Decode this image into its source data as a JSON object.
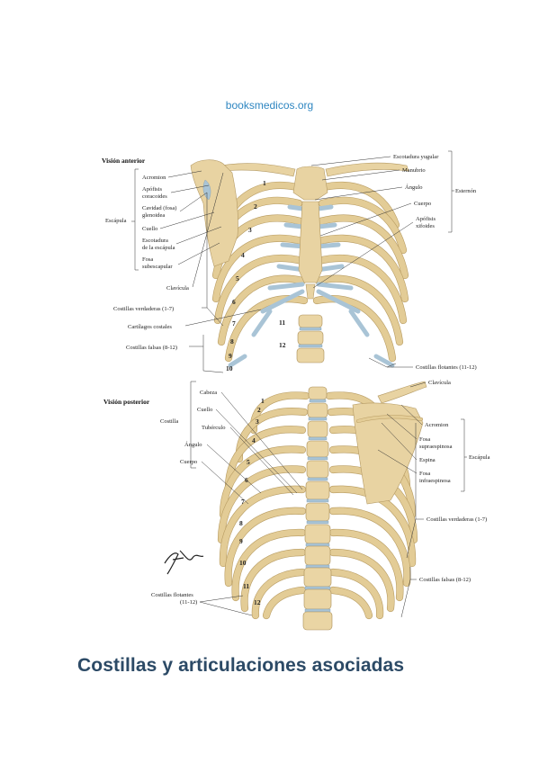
{
  "header": {
    "site": "booksmedicos.org"
  },
  "page": {
    "title": "Costillas y articulaciones asociadas"
  },
  "anterior": {
    "title": "Visión anterior",
    "scapula_group": "Escápula",
    "scapula_parts": [
      "Acromion",
      "Apófisis",
      "coracoides",
      "Cavidad (fosa)",
      "glenoidea",
      "Cuello",
      "Escotadura",
      "de la escápula",
      "Fosa",
      "subescapular"
    ],
    "left_labels": [
      "Clavícula",
      "Costillas verdaderas (1-7)",
      "Cartílagos costales",
      "Costillas falsas (8-12)"
    ],
    "sternum_parts": [
      "Escotadura yugular",
      "Manubrio",
      "Ángulo",
      "Cuerpo",
      "Apófisis",
      "xifoides"
    ],
    "sternum_group": "Esternón",
    "floating": "Costillas flotantes (11-12)",
    "rib_numbers": [
      "1",
      "2",
      "3",
      "4",
      "5",
      "6",
      "7",
      "8",
      "9",
      "10",
      "11",
      "12"
    ]
  },
  "posterior": {
    "title": "Visión posterior",
    "rib_group": "Costilla",
    "rib_parts": [
      "Cabeza",
      "Cuello",
      "Tubérculo",
      "Ángulo",
      "Cuerpo"
    ],
    "right_top": "Clavícula",
    "scapula_parts": [
      "Acromion",
      "Fosa",
      "supraespinosa",
      "Espina",
      "Fosa",
      "infraespinosa"
    ],
    "scapula_group": "Escápula",
    "right_labels": [
      "Costillas verdaderas (1-7)",
      "Costillas falsas (8-12)"
    ],
    "floating": [
      "Costillas flotantes",
      "(11-12)"
    ],
    "rib_numbers": [
      "1",
      "2",
      "3",
      "4",
      "5",
      "6",
      "7",
      "8",
      "9",
      "10",
      "11",
      "12"
    ]
  }
}
